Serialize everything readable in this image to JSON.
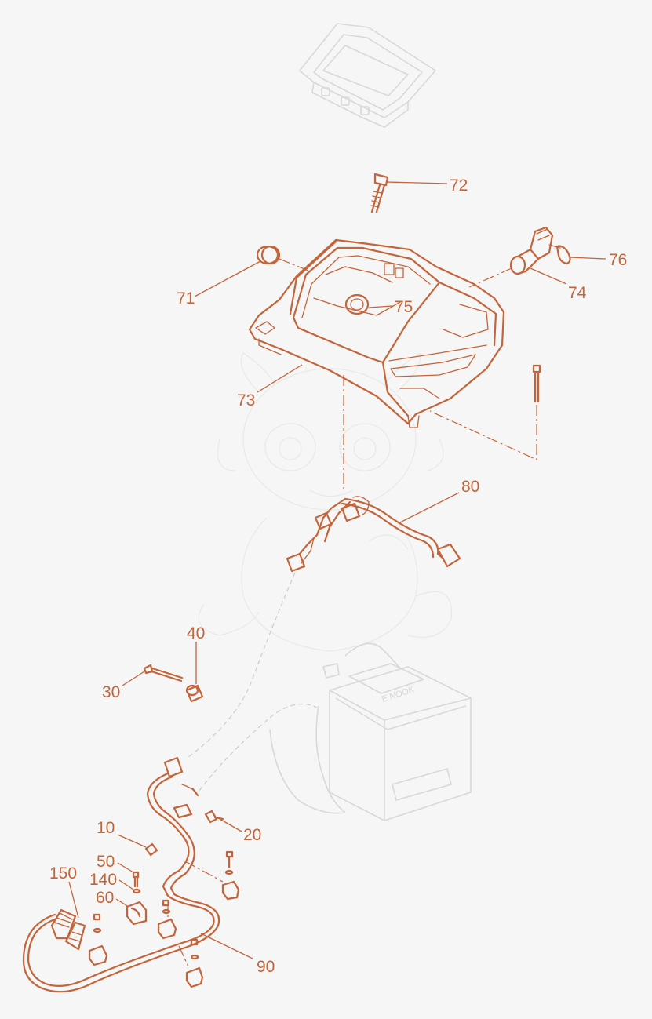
{
  "diagram": {
    "colors": {
      "accent": "#c3643a",
      "ghost": "#dddddd",
      "background": "#f6f6f6"
    },
    "callouts": {
      "c72": "72",
      "c76": "76",
      "c71": "71",
      "c74": "74",
      "c75": "75",
      "c73": "73",
      "c80": "80",
      "c40": "40",
      "c30": "30",
      "c10": "10",
      "c20": "20",
      "c50": "50",
      "c140": "140",
      "c60": "60",
      "c150": "150",
      "c90": "90"
    },
    "battery_label": "E NOOK"
  }
}
